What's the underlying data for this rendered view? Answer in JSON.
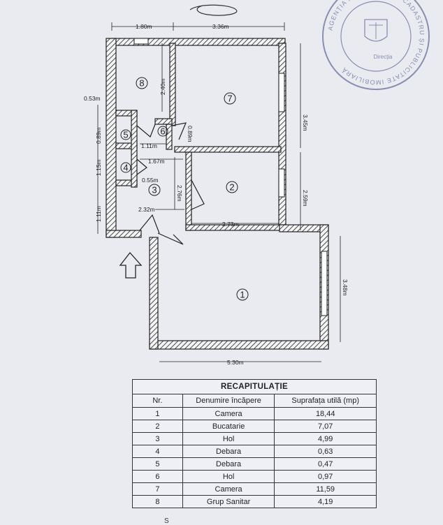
{
  "plan": {
    "rooms": [
      {
        "no": "1"
      },
      {
        "no": "2"
      },
      {
        "no": "3"
      },
      {
        "no": "4"
      },
      {
        "no": "5"
      },
      {
        "no": "6"
      },
      {
        "no": "7"
      },
      {
        "no": "8"
      }
    ],
    "dimensions": {
      "top_left": "1.80m",
      "top_right": "3.36m",
      "room8_height": "2.40m",
      "room7_height": "3.45m",
      "left_053": "0.53m",
      "left_089": "0.89m",
      "room6_089": "0.89m",
      "room6_111": "1.11m",
      "hall_167": "1.67m",
      "left_115": "1.15m",
      "small_055": "0.55m",
      "hall_276": "2.76m",
      "room2_259": "2.59m",
      "left_111": "1.11m",
      "hall_232": "2.32m",
      "room2_273": "2.73m",
      "room1_348": "3.48m",
      "room1_530": "5.30m"
    }
  },
  "table": {
    "title": "RECAPITULAȚIE",
    "headers": [
      "Nr.",
      "Denumire încăpere",
      "Suprafața utilă (mp)"
    ],
    "rows": [
      {
        "nr": "1",
        "name": "Camera",
        "area": "18,44"
      },
      {
        "nr": "2",
        "name": "Bucatarie",
        "area": "7,07"
      },
      {
        "nr": "3",
        "name": "Hol",
        "area": "4,99"
      },
      {
        "nr": "4",
        "name": "Debara",
        "area": "0,63"
      },
      {
        "nr": "5",
        "name": "Debara",
        "area": "0,47"
      },
      {
        "nr": "6",
        "name": "Hol",
        "area": "0,97"
      },
      {
        "nr": "7",
        "name": "Camera",
        "area": "11,59"
      },
      {
        "nr": "8",
        "name": "Grup Sanitar",
        "area": "4,19"
      }
    ],
    "footer_partial": "S"
  },
  "stamp": {
    "text": "AGENȚIA NAȚIONALĂ DE CADASTRU ȘI PUBLICITATE IMOBILIARĂ",
    "inner": "Direcția"
  },
  "colors": {
    "paper": "#e9ebf1",
    "ink": "#222222",
    "stamp": "#6b6f9a"
  }
}
